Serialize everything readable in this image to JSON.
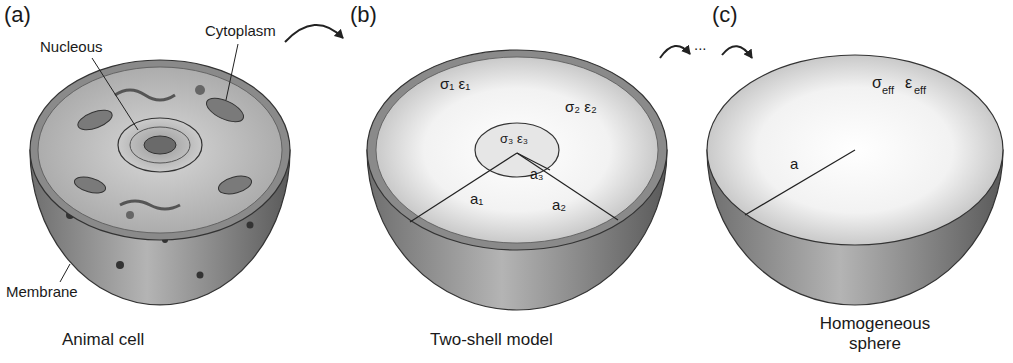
{
  "diagram": {
    "labels": [
      "(a)",
      "Nucleous",
      "Cytoplasm",
      "Membrane",
      "Animal cell",
      "(b)",
      "σ₁ ε₁",
      "σ₂ ε₂",
      "σ₃ ε₃",
      "a₁",
      "a₂",
      "a₃",
      "Two-shell model",
      "...",
      "(c)",
      "σ",
      "eff",
      "ε",
      "eff",
      "a",
      "Homogeneous sphere"
    ]
  }
}
